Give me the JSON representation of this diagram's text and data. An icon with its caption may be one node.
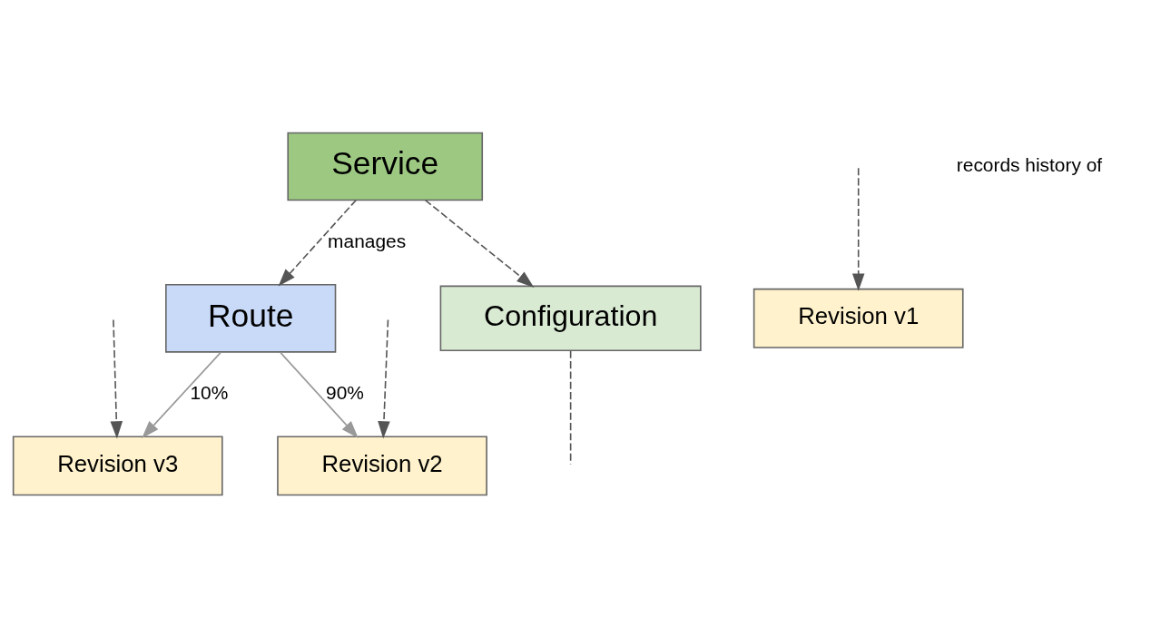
{
  "diagram": {
    "nodes": [
      {
        "text": [
          "Service"
        ]
      },
      {
        "text": [
          "Route"
        ]
      },
      {
        "text": [
          "Configuration"
        ]
      },
      {
        "text": [
          "Revision v3"
        ]
      },
      {
        "text": [
          "Revision v2"
        ]
      },
      {
        "text": [
          "Revision v1"
        ]
      }
    ],
    "edges": [
      {
        "from": 0,
        "to": 1,
        "arrow": "to",
        "style": "dashed",
        "label": "manages"
      },
      {
        "from": 0,
        "to": 2,
        "arrow": "to",
        "style": "dashed"
      },
      {
        "from": 1,
        "to": 3,
        "arrow": "to",
        "label": "10%",
        "color": "#999999"
      },
      {
        "from": 1,
        "to": 4,
        "arrow": "to",
        "label": "90%",
        "color": "#999999"
      },
      {
        "from": 2,
        "to": null,
        "arrow": "none",
        "style": "dashed"
      },
      {
        "from": null,
        "to": 3,
        "arrow": "to",
        "style": "dashed"
      },
      {
        "from": null,
        "to": 4,
        "arrow": "to",
        "style": "dashed"
      },
      {
        "from": null,
        "to": 5,
        "arrow": "to",
        "style": "dashed"
      }
    ],
    "labels": [
      "records history of"
    ]
  }
}
